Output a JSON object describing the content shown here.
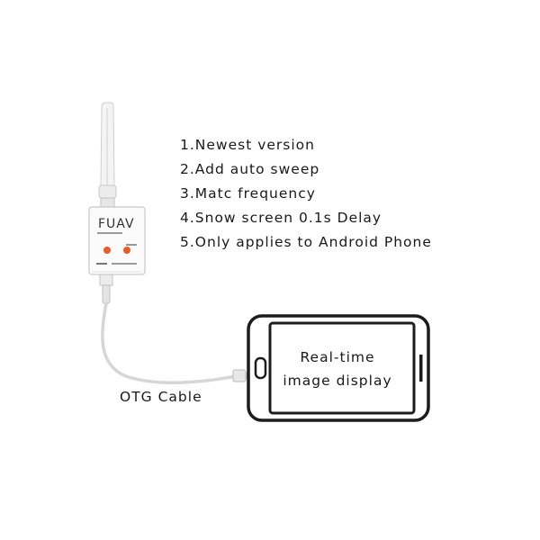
{
  "features": [
    "1.Newest version",
    "2.Add auto sweep",
    "3.Matc frequency",
    "4.Snow screen 0.1s Delay",
    "5.Only applies to Android Phone"
  ],
  "receiver": {
    "brand": "FUAV"
  },
  "cable": {
    "label": "OTG Cable"
  },
  "phone": {
    "line1": "Real-time",
    "line2": "image display"
  },
  "icons": {
    "antenna": "antenna-icon",
    "receiver": "uvc-receiver-icon",
    "phone": "smartphone-icon"
  }
}
